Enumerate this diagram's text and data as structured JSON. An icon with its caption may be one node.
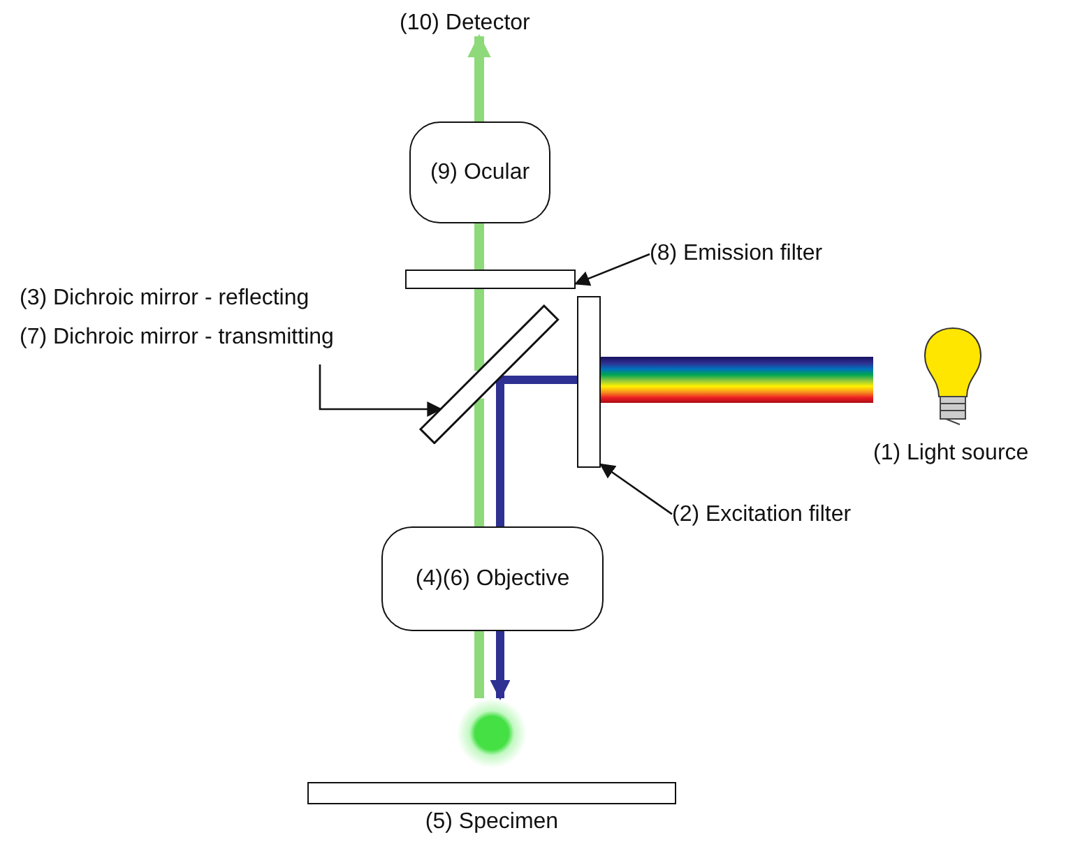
{
  "diagram": {
    "nodes": [
      {
        "text": [
          "(10) Detector"
        ]
      },
      {
        "text": [
          "(9) Ocular"
        ]
      },
      {
        "text": [
          "(8) Emission filter"
        ]
      },
      {
        "text": [],
        "shape": "bar"
      },
      {
        "text": [
          "(3) Dichroic mirror - reflecting",
          "(7) Dichroic mirror - transmitting"
        ]
      },
      {
        "text": [],
        "shape": "bar"
      },
      {
        "text": [],
        "shape": "bar"
      },
      {
        "text": [
          "(1) Light source"
        ]
      },
      {
        "text": [
          "(2) Excitation filter"
        ]
      },
      {
        "text": [
          "(4)(6) Objective"
        ]
      },
      {
        "text": [],
        "shape": "circle"
      },
      {
        "text": [
          "(5) Specimen"
        ]
      }
    ],
    "edges": [
      {
        "from": 2,
        "to": 3,
        "arrow": "to",
        "color": "#111111"
      },
      {
        "from": 4,
        "to": 5,
        "arrow": "to",
        "color": "#111111"
      },
      {
        "from": 8,
        "to": 6,
        "arrow": "to",
        "color": "#111111"
      },
      {
        "from": 10,
        "to": 9,
        "arrow": "none",
        "color": "#8ed97a"
      },
      {
        "from": 9,
        "to": 5,
        "arrow": "none",
        "color": "#8ed97a"
      },
      {
        "from": 5,
        "to": 3,
        "arrow": "none",
        "color": "#8ed97a"
      },
      {
        "from": 3,
        "to": 1,
        "arrow": "none",
        "color": "#8ed97a"
      },
      {
        "from": 1,
        "to": 0,
        "arrow": "to",
        "color": "#8ed97a"
      },
      {
        "from": 7,
        "to": 6,
        "arrow": "none"
      },
      {
        "from": 6,
        "to": 5,
        "arrow": "none",
        "color": "#2e3192"
      },
      {
        "from": 5,
        "to": 9,
        "arrow": "none",
        "color": "#2e3192"
      },
      {
        "from": 9,
        "to": 10,
        "arrow": "to",
        "color": "#2e3192"
      }
    ]
  }
}
